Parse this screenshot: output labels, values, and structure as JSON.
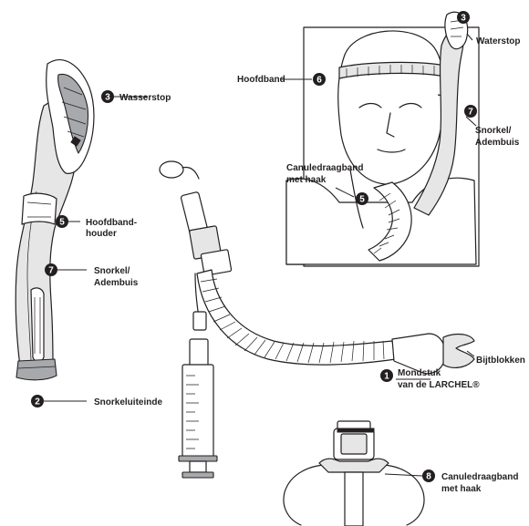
{
  "labels": {
    "wasserstop": "Wasserstop",
    "hoofdband_houder_1": "Hoofdband-",
    "hoofdband_houder_2": "houder",
    "snorkel_left_1": "Snorkel/",
    "snorkel_left_2": "Adembuis",
    "snorkeluiteinde": "Snorkeluiteinde",
    "hoofdband": "Hoofdband",
    "waterstop": "Waterstop",
    "snorkel_right_1": "Snorkel/",
    "snorkel_right_2": "Adembuis",
    "canule_top_1": "Canuledraagband",
    "canule_top_2": "met haak",
    "bijtblokken": "Bijtblokken",
    "mondstuk_1": "Mondstuk",
    "mondstuk_2": "van de LARCHEL®",
    "canule_bottom_1": "Canuledraagband",
    "canule_bottom_2": "met haak"
  },
  "badges": {
    "one": "1",
    "two": "2",
    "three_left": "3",
    "three_right": "3",
    "five_left": "5",
    "five_right": "5",
    "six": "6",
    "seven_left": "7",
    "seven_right": "7",
    "eight": "8"
  }
}
